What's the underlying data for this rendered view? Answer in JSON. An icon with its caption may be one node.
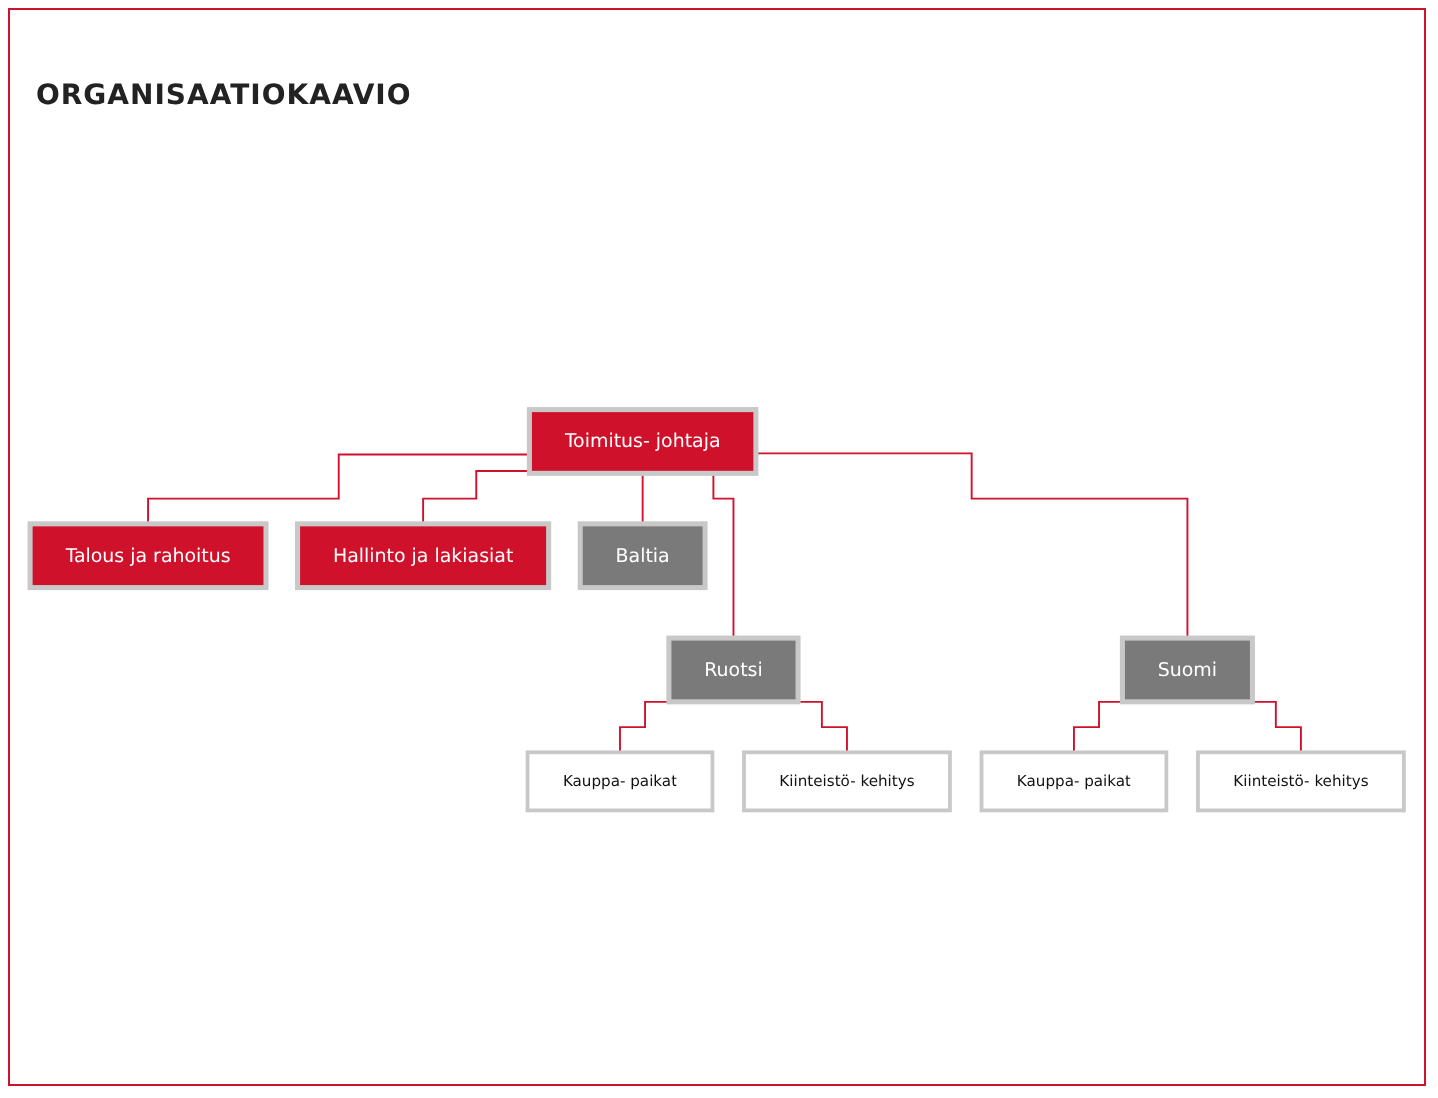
{
  "diagram": {
    "title": "ORGANISAATIOKAAVIO",
    "nodes": [
      {
        "text": [
          "Toimitus- johtaja"
        ]
      },
      {
        "text": [
          "Talous ja rahoitus"
        ]
      },
      {
        "text": [
          "Hallinto ja lakiasiat"
        ]
      },
      {
        "text": [
          "Ruotsi"
        ]
      },
      {
        "text": [
          "Suomi"
        ]
      },
      {
        "text": [
          "Baltia"
        ]
      },
      {
        "text": [
          "Kauppa- paikat"
        ]
      },
      {
        "text": [
          "Kiinteistö- kehitys"
        ]
      },
      {
        "text": [
          "Kauppa- paikat"
        ]
      },
      {
        "text": [
          "Kiinteistö- kehitys"
        ]
      }
    ],
    "edges": [
      {
        "from": 0,
        "to": 1,
        "arrow": "none"
      },
      {
        "from": 0,
        "to": 2,
        "arrow": "none"
      },
      {
        "from": 0,
        "to": 3,
        "arrow": "none"
      },
      {
        "from": 0,
        "to": 4,
        "arrow": "none"
      },
      {
        "from": 0,
        "to": 5,
        "arrow": "none"
      },
      {
        "from": 3,
        "to": 6,
        "arrow": "none"
      },
      {
        "from": 3,
        "to": 7,
        "arrow": "none"
      },
      {
        "from": 4,
        "to": 8,
        "arrow": "none"
      },
      {
        "from": 4,
        "to": 9,
        "arrow": "none"
      }
    ]
  }
}
